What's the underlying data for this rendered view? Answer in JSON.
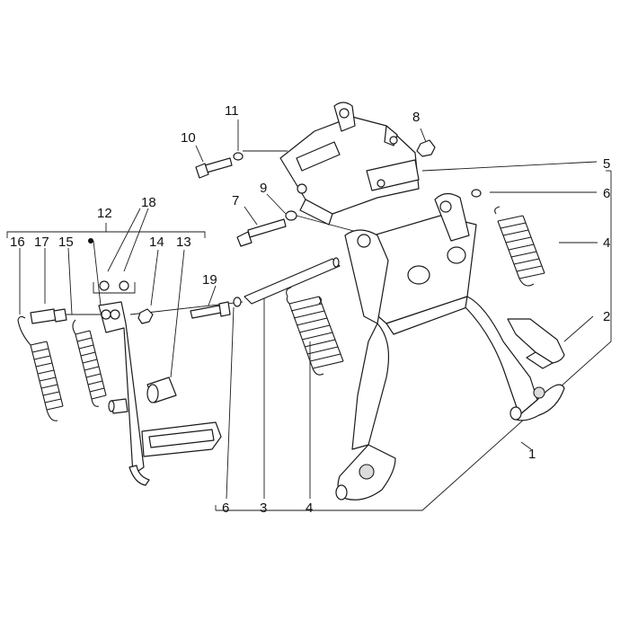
{
  "labels": {
    "p1": "1",
    "p2": "2",
    "p3": "3",
    "p4_right": "4",
    "p4_bottom": "4",
    "p5": "5",
    "p6_right": "6",
    "p6_bottom": "6",
    "p7": "7",
    "p8": "8",
    "p9": "9",
    "p10": "10",
    "p11": "11",
    "p12": "12",
    "p13": "13",
    "p14": "14",
    "p15": "15",
    "p16": "16",
    "p17": "17",
    "p18": "18",
    "p19": "19"
  }
}
